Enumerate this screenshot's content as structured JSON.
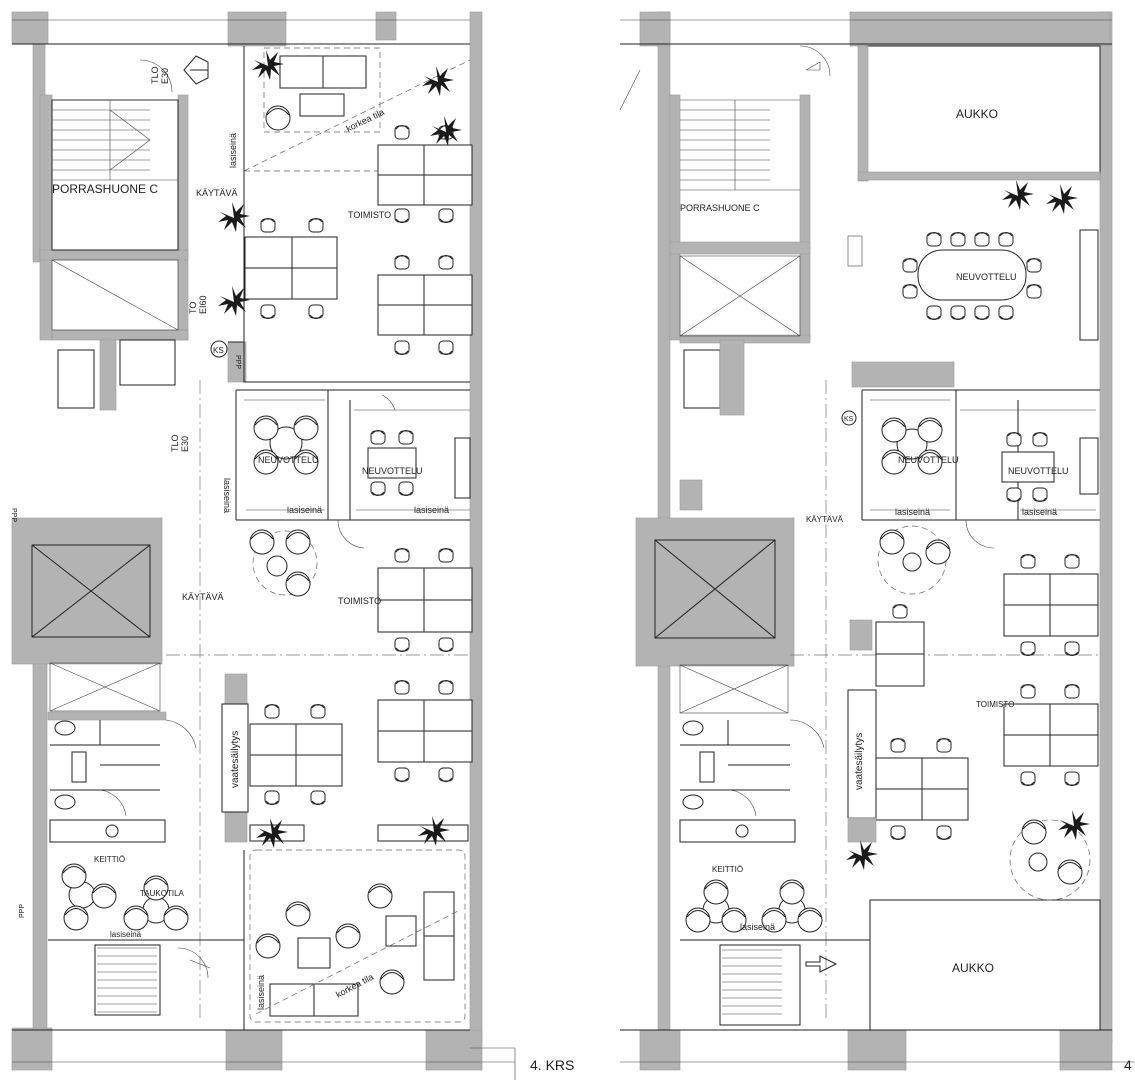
{
  "plan_left": {
    "labels": {
      "stair": "PORRASHUONE  C",
      "corridor_top": "KÄYTÄVÄ",
      "office_top": "TOIMISTO",
      "corridor_mid": "KÄYTÄVÄ",
      "office_mid": "TOIMISTO",
      "meeting_a": "NEUVOTTELU",
      "meeting_b": "NEUVOTTELU",
      "glass_a": "lasiseinä",
      "glass_b": "lasiseinä",
      "glass_top": "lasiseinä",
      "glass_mid": "lasiseinä",
      "glass_bottom": "lasiseinä",
      "glass_low": "lasiseinä",
      "high_top": "korkea tila",
      "high_bottom": "korkea tila",
      "wardrobe": "vaatesäilytys",
      "kitchen": "KEITTIÖ",
      "break": "TAUKOTILA",
      "tlo_top": "TLO\nE30",
      "to_mid": "TO\nEI60",
      "tlo_mid": "TLO\nE30",
      "ks": "KS",
      "ppp": "PPP",
      "floor": "4. KRS"
    }
  },
  "plan_right": {
    "labels": {
      "opening_top": "AUKKO",
      "opening_bottom": "AUKKO",
      "stair": "PORRASHUONE  C",
      "meeting_big": "NEUVOTTELU",
      "meeting_a": "NEUVOTTELU",
      "meeting_b": "NEUVOTTELU",
      "glass_a": "lasiseinä",
      "glass_b": "lasiseinä",
      "glass_low": "lasiseinä",
      "corridor": "KÄYTÄVÄ",
      "office": "TOIMISTO",
      "wardrobe": "vaatesäilytys",
      "kitchen": "KEITTIÖ",
      "ks": "KS",
      "floor": "4"
    }
  }
}
